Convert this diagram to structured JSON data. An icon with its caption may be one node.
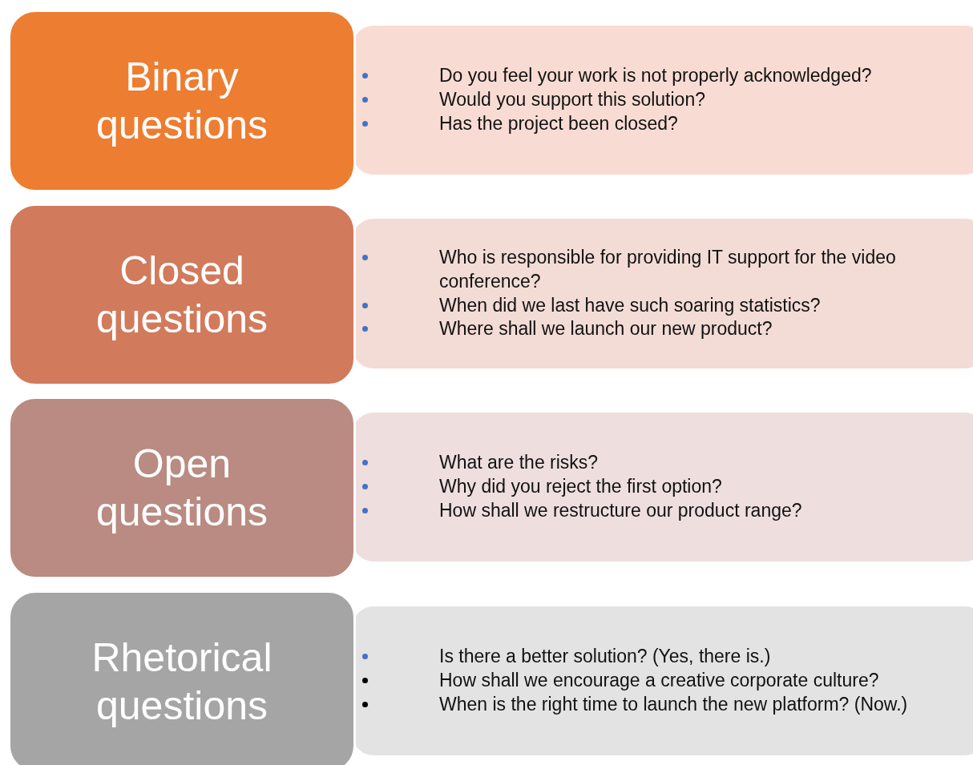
{
  "diagram": {
    "nodes": [
      {
        "text": [
          "Binary questions"
        ]
      },
      {
        "text": [
          "Do you feel your work is not properly acknowledged?",
          "Would you support this solution?",
          "Has the project been closed?"
        ]
      },
      {
        "text": [
          "Closed questions"
        ]
      },
      {
        "text": [
          "Who is responsible for providing IT support for the video conference?",
          "When did we last have such soaring statistics?",
          "Where shall we launch our new product?"
        ]
      },
      {
        "text": [
          "Open questions"
        ]
      },
      {
        "text": [
          "What are the risks?",
          "Why did you reject the first option?",
          "How shall we restructure our product range?"
        ]
      },
      {
        "text": [
          "Rhetorical questions"
        ]
      },
      {
        "text": [
          "Is there a better solution? (Yes, there is.)",
          "How shall we encourage a creative corporate culture?",
          "When is the right time to launch the new platform? (Now.)"
        ]
      }
    ]
  }
}
